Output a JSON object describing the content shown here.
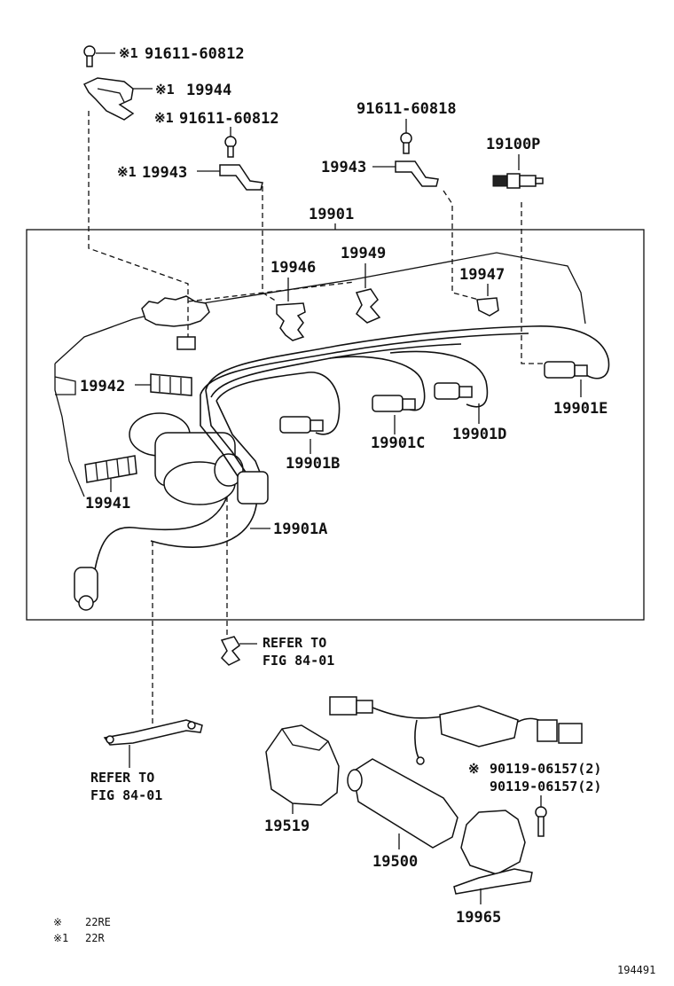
{
  "labels": {
    "bolt_top": "91611-60812",
    "bracket_19944": "19944",
    "bolt_mid": "91611-60812",
    "clamp_19943_left": "19943",
    "bolt_right": "91611-60818",
    "clamp_19943_right": "19943",
    "spark_plug": "19100P",
    "wire_set": "19901",
    "clamp_19946": "19946",
    "clamp_19949": "19949",
    "clamp_19947": "19947",
    "separator_19942": "19942",
    "separator_19941": "19941",
    "wire_b": "19901B",
    "wire_c": "19901C",
    "wire_d": "19901D",
    "wire_e": "19901E",
    "wire_a": "19901A",
    "refer_1_line1": "REFER TO",
    "refer_1_line2": "FIG 84-01",
    "refer_2_line1": "REFER TO",
    "refer_2_line2": "FIG 84-01",
    "screw_1": "90119-06157(2)",
    "screw_2": "90119-06157(2)",
    "cover_19519": "19519",
    "coil_19500": "19500",
    "bracket_19965": "19965",
    "diagram_id": "194491"
  },
  "markers": {
    "note_mark": "※",
    "note1_mark": "※1"
  },
  "legend": [
    {
      "mark": "※",
      "text": "22RE"
    },
    {
      "mark": "※1",
      "text": "22R"
    }
  ]
}
